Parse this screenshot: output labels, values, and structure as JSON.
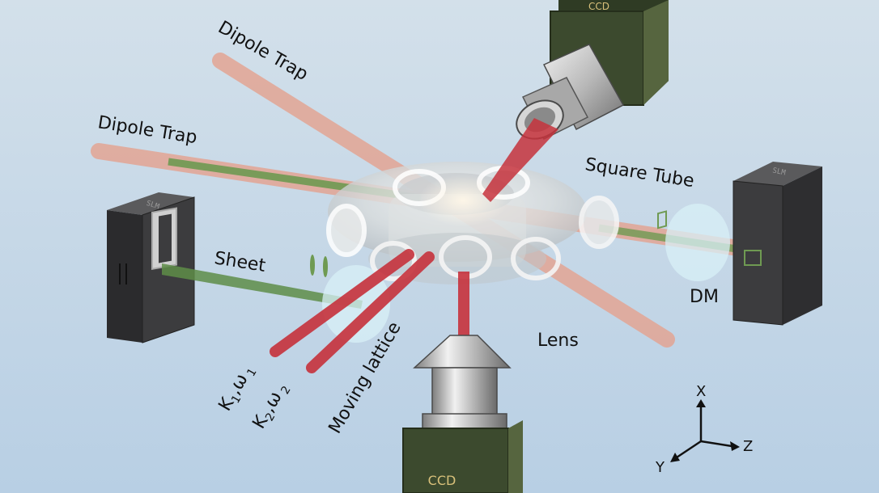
{
  "labels": {
    "dipole_trap_1": "Dipole Trap",
    "dipole_trap_2": "Dipole Trap",
    "square_tube": "Square Tube",
    "sheet": "Sheet",
    "dm": "DM",
    "lens": "Lens",
    "moving_lattice": "Moving lattice",
    "k1": "K",
    "k1_sub": "1",
    "k1_omega": ",ω",
    "k1_omega_sub": "1",
    "k2": "K",
    "k2_sub": "2",
    "k2_omega": ",ω",
    "k2_omega_sub": "2"
  },
  "devices": {
    "ccd_top": "CCD",
    "ccd_bottom": "CCD",
    "slm_left": "SLM",
    "slm_right": "SLM"
  },
  "axes": {
    "x": "X",
    "y": "Y",
    "z": "Z"
  },
  "colors": {
    "background_top": "#cfdde9",
    "background_bottom": "#b9cfe3",
    "dipole_beam": "#e3a594",
    "green_beam": "#6f9a52",
    "lattice_beam": "#c6323c",
    "camera_body": "#3c4a2e",
    "slm_body": "#3c3c3e",
    "lens_glass": "#d8f0f7"
  }
}
